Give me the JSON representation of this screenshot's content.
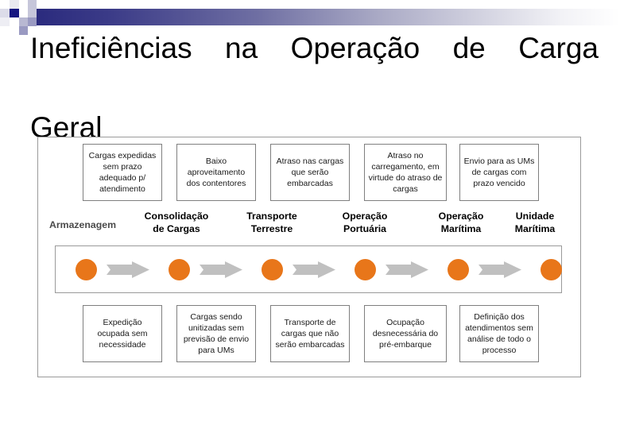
{
  "slide": {
    "title_line1": "Ineficiências na Operação de Carga",
    "title_line2": "Geral"
  },
  "theme": {
    "accent_orange": "#E8761A",
    "arrow_gray": "#C0C0C0",
    "header_navy": "#2B2B7E",
    "box_border": "#7F7F7F",
    "frame_border": "#9A9A9A"
  },
  "diagram": {
    "stages": [
      {
        "label": "Armazenagem",
        "muted": true
      },
      {
        "label": "Consolidação\nde Cargas",
        "muted": false
      },
      {
        "label": "Transporte\nTerrestre",
        "muted": false
      },
      {
        "label": "Operação\nPortuária",
        "muted": false
      },
      {
        "label": "Operação\nMarítima",
        "muted": false
      },
      {
        "label": "Unidade\nMarítima",
        "muted": false
      }
    ],
    "stage_labels": {
      "s0": "Armazenagem",
      "s1_l1": "Consolidação",
      "s1_l2": "de Cargas",
      "s2_l1": "Transporte",
      "s2_l2": "Terrestre",
      "s3_l1": "Operação",
      "s3_l2": "Portuária",
      "s4_l1": "Operação",
      "s4_l2": "Marítima",
      "s5_l1": "Unidade",
      "s5_l2": "Marítima"
    },
    "top_boxes": [
      "Cargas expedidas sem prazo adequado p/ atendimento",
      "Baixo aproveitamento dos contentores",
      "Atraso nas cargas que serão embarcadas",
      "Atraso no carregamento, em virtude do atraso de cargas",
      "Envio para as UMs de cargas com prazo vencido"
    ],
    "bottom_boxes": [
      "Expedição ocupada sem necessidade",
      "Cargas sendo unitizadas sem previsão de envio para UMs",
      "Transporte de cargas  que não serão embarcadas",
      "Ocupação desnecessária do pré-embarque",
      "Definição dos atendimentos sem análise de todo o processo"
    ],
    "node_count": 6,
    "arrow_count": 5
  }
}
